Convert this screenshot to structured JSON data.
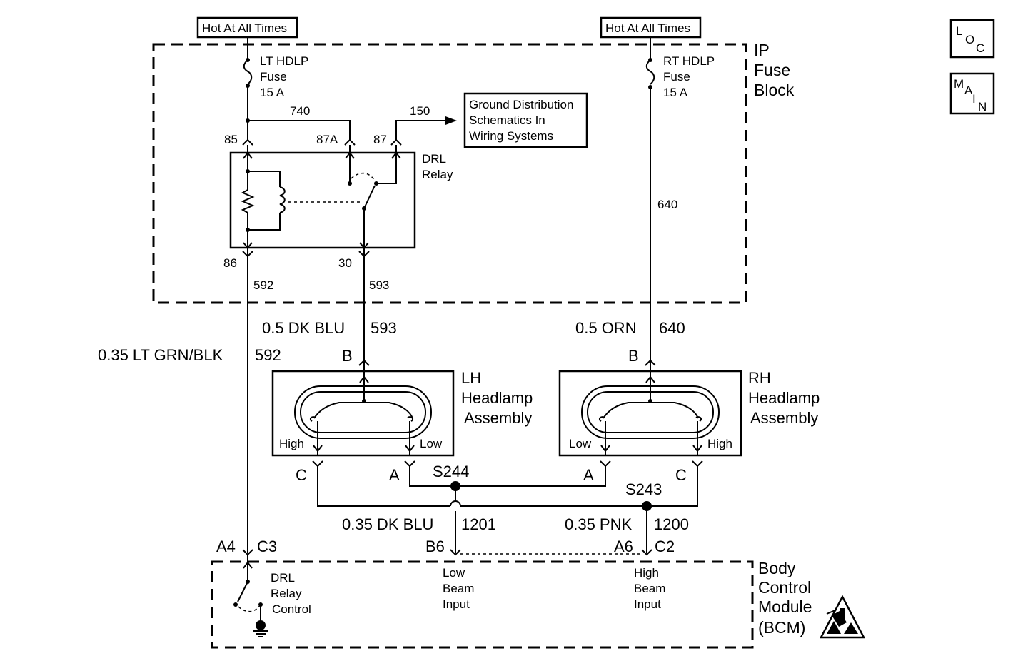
{
  "power": {
    "left_source": "Hot At All Times",
    "right_source": "Hot At All Times"
  },
  "nav": {
    "loc": [
      "L",
      "O",
      "C"
    ],
    "main": [
      "M",
      "A",
      "I",
      "N"
    ]
  },
  "ip_fuse_block": {
    "label": [
      "IP",
      "Fuse",
      "Block"
    ],
    "lt_fuse": [
      "LT HDLP",
      "Fuse",
      "15 A"
    ],
    "rt_fuse": [
      "RT HDLP",
      "Fuse",
      "15 A"
    ]
  },
  "ground_ref": [
    "Ground Distribution",
    "Schematics In",
    "Wiring Systems"
  ],
  "drl_relay": {
    "label": [
      "DRL",
      "Relay"
    ],
    "pins": {
      "p85": "85",
      "p87a": "87A",
      "p87": "87",
      "p86": "86",
      "p30": "30"
    }
  },
  "circuits": {
    "c740": "740",
    "c150": "150",
    "c592": "592",
    "c593": "593",
    "c640": "640",
    "c1201": "1201",
    "c1200": "1200"
  },
  "wires": {
    "w593": "0.5 DK BLU",
    "w640": "0.5 ORN",
    "w592": "0.35 LT GRN/BLK",
    "w1201": "0.35 DK BLU",
    "w1200": "0.35 PNK"
  },
  "lh_headlamp": {
    "label": [
      "LH",
      "Headlamp",
      "Assembly"
    ],
    "high": "High",
    "low": "Low",
    "pin_b": "B",
    "pin_c": "C",
    "pin_a": "A"
  },
  "rh_headlamp": {
    "label": [
      "RH",
      "Headlamp",
      "Assembly"
    ],
    "high": "High",
    "low": "Low",
    "pin_b": "B",
    "pin_c": "C",
    "pin_a": "A"
  },
  "splices": {
    "s244": "S244",
    "s243": "S243"
  },
  "bcm_connectors": {
    "a4": "A4",
    "c3": "C3",
    "b6": "B6",
    "a6": "A6",
    "c2": "C2"
  },
  "bcm": {
    "label": [
      "Body",
      "Control",
      "Module",
      "(BCM)"
    ],
    "drl_control": [
      "DRL",
      "Relay",
      "Control"
    ],
    "low_input": [
      "Low",
      "Beam",
      "Input"
    ],
    "high_input": [
      "High",
      "Beam",
      "Input"
    ]
  }
}
